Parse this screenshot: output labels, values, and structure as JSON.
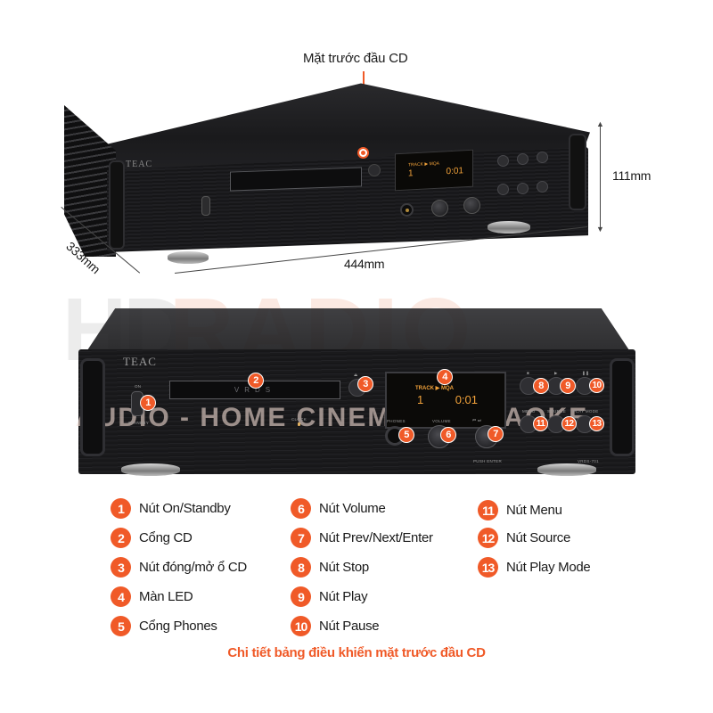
{
  "callout": {
    "label": "Mặt trước đầu CD"
  },
  "dimensions": {
    "height": "111mm",
    "depth": "333mm",
    "width": "444mm"
  },
  "watermark": {
    "brand_left": "HD",
    "brand_right": "RADIO",
    "tagline": "AUDIO - HOME CINEMA - KARAOKE"
  },
  "device": {
    "brand": "TEAC",
    "model": "VRDS-701",
    "tray_logo": "VRDS",
    "display": {
      "row1": "TRACK ▶ MQA",
      "track": "1",
      "time": "0:01"
    },
    "labels": {
      "on": "ON",
      "standby": "STANDBY",
      "clock": "CLOCK",
      "phones": "PHONES",
      "volume": "VOLUME",
      "prev_next": "⏮  ⏭",
      "push_enter": "PUSH ENTER",
      "menu": "MENU",
      "source": "SOURCE",
      "play_mode": "PLAY MODE",
      "stop_glyph": "■",
      "play_glyph": "▶",
      "pause_glyph": "❚❚",
      "eject_glyph": "⏏"
    }
  },
  "markers": [
    "1",
    "2",
    "3",
    "4",
    "5",
    "6",
    "7",
    "8",
    "9",
    "10",
    "11",
    "12",
    "13"
  ],
  "legend": {
    "col1": [
      {
        "num": "1",
        "label": "Nút On/Standby"
      },
      {
        "num": "2",
        "label": "Cổng CD"
      },
      {
        "num": "3",
        "label": "Nút đóng/mở ổ CD"
      },
      {
        "num": "4",
        "label": "Màn LED"
      },
      {
        "num": "5",
        "label": "Cổng Phones"
      }
    ],
    "col2": [
      {
        "num": "6",
        "label": "Nút Volume"
      },
      {
        "num": "7",
        "label": "Nút Prev/Next/Enter"
      },
      {
        "num": "8",
        "label": "Nút Stop"
      },
      {
        "num": "9",
        "label": "Nút Play"
      },
      {
        "num": "10",
        "label": "Nút Pause"
      }
    ],
    "col3": [
      {
        "num": "11",
        "label": "Nút Menu"
      },
      {
        "num": "12",
        "label": "Nút Source"
      },
      {
        "num": "13",
        "label": "Nút Play Mode"
      }
    ]
  },
  "caption": "Chi tiết bảng điều khiển mặt trước đầu CD",
  "colors": {
    "accent": "#f05a28",
    "display_amber": "#f2a23a",
    "chassis": "#1c1c1f"
  }
}
